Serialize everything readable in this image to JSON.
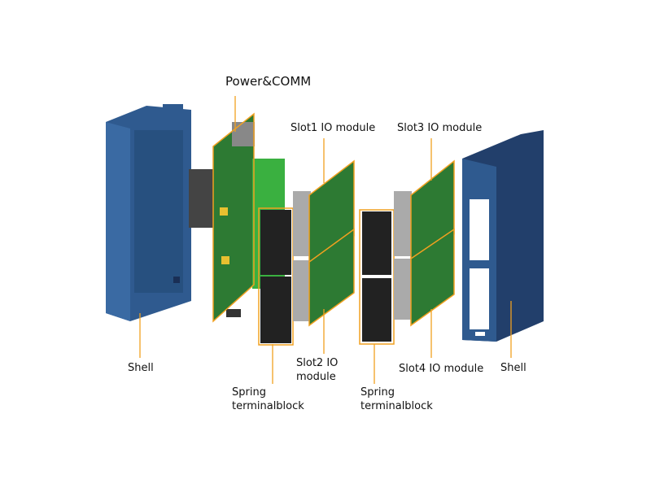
{
  "labels": {
    "power_comm": "Power&COMM",
    "slot1": "Slot1 IO module",
    "slot3": "Slot3 IO module",
    "shell_left": "Shell",
    "slot2_line1": "Slot2 IO",
    "slot2_line2": "module",
    "slot4": "Slot4 IO module",
    "shell_right": "Shell",
    "spring1_line1": "Spring",
    "spring1_line2": "terminalblock",
    "spring2_line1": "Spring",
    "spring2_line2": "terminalblock"
  },
  "colors": {
    "shell": "#2f5a8f",
    "shell_dark": "#1f3d66",
    "pcb": "#2f8a3a",
    "terminal": "#222222",
    "highlight": "#f0a020"
  }
}
